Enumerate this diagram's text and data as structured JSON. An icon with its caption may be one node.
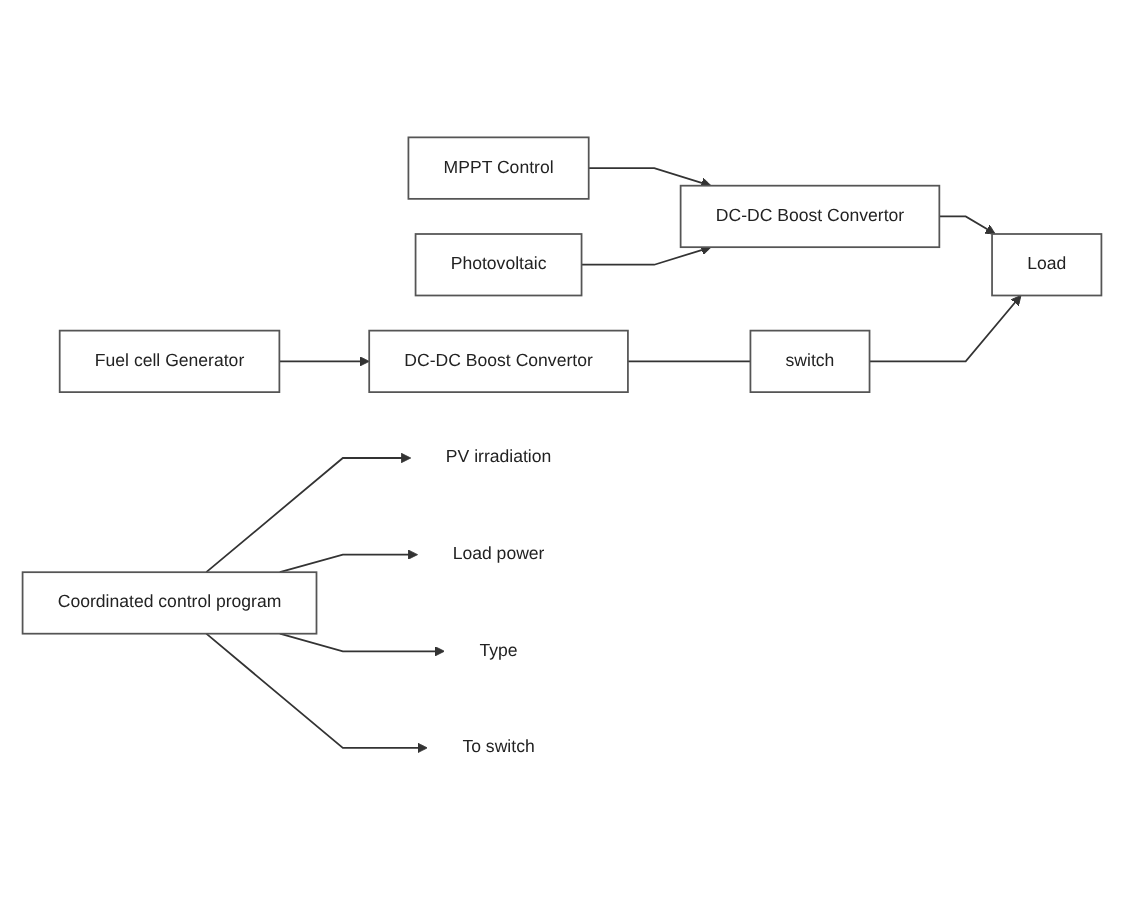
{
  "diagram": {
    "nodes": [
      {
        "text": [
          "MPPT Control"
        ]
      },
      {
        "text": [
          "Photovoltaic"
        ]
      },
      {
        "text": [
          "DC-DC Boost Convertor"
        ]
      },
      {
        "text": [
          "Load"
        ]
      },
      {
        "text": [
          "Fuel cell Generator"
        ]
      },
      {
        "text": [
          "DC-DC Boost Convertor"
        ]
      },
      {
        "text": [
          "switch"
        ]
      },
      {
        "text": [
          "PV irradiation"
        ]
      },
      {
        "text": [
          "Load power"
        ]
      },
      {
        "text": [
          "Type"
        ]
      },
      {
        "text": [
          "Coordinated control program"
        ]
      },
      {
        "text": [
          "To switch"
        ]
      }
    ],
    "edges": [
      {
        "from": 0,
        "to": 2,
        "arrow": "to"
      },
      {
        "from": 1,
        "to": 2,
        "arrow": "to"
      },
      {
        "from": 2,
        "to": 3,
        "arrow": "to"
      },
      {
        "from": 4,
        "to": 5,
        "arrow": "to"
      },
      {
        "from": 5,
        "to": 6,
        "arrow": "none"
      },
      {
        "from": 6,
        "to": 3,
        "arrow": "to"
      },
      {
        "from": 10,
        "to": 7,
        "arrow": "to"
      },
      {
        "from": 10,
        "to": 8,
        "arrow": "to"
      },
      {
        "from": 10,
        "to": 9,
        "arrow": "to"
      },
      {
        "from": 10,
        "to": 11,
        "arrow": "to"
      }
    ]
  }
}
